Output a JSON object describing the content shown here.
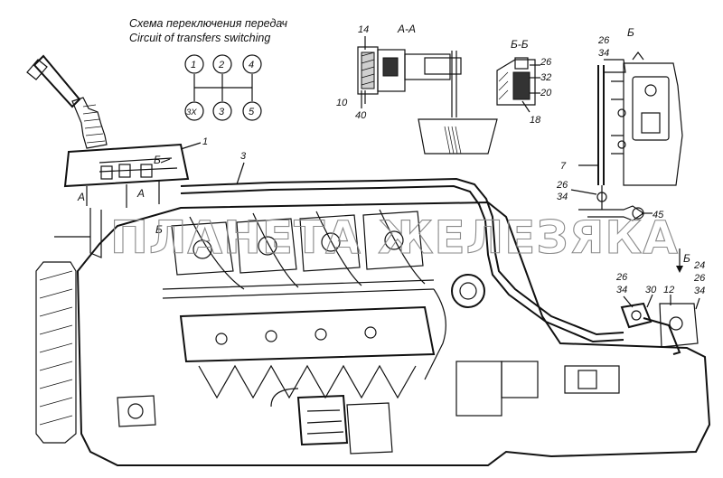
{
  "scheme": {
    "title_ru": "Схема переключения передач",
    "title_en": "Circuit of transfers switching",
    "gears_top": [
      "1",
      "2",
      "4"
    ],
    "gears_bottom": [
      "3X",
      "3",
      "5"
    ]
  },
  "sections": {
    "aa": "А-А",
    "bb": "Б-Б",
    "b": "Б",
    "b_arrow": "Б"
  },
  "callouts": {
    "c1": "1",
    "c3": "3",
    "c7": "7",
    "c10": "10",
    "c12": "12",
    "c14": "14",
    "c18": "18",
    "c20": "20",
    "c24": "24",
    "c26a": "26",
    "c26b": "26",
    "c26c": "26",
    "c26d": "26",
    "c26e": "26",
    "c30": "30",
    "c32": "32",
    "c34a": "34",
    "c34b": "34",
    "c34c": "34",
    "c34d": "34",
    "c40": "40",
    "c45": "45",
    "ma": "А",
    "ma2": "А",
    "mb": "Б",
    "mb2": "Б"
  },
  "watermark": "ПЛАНЕТА ЖЕЛЕЗЯКА"
}
